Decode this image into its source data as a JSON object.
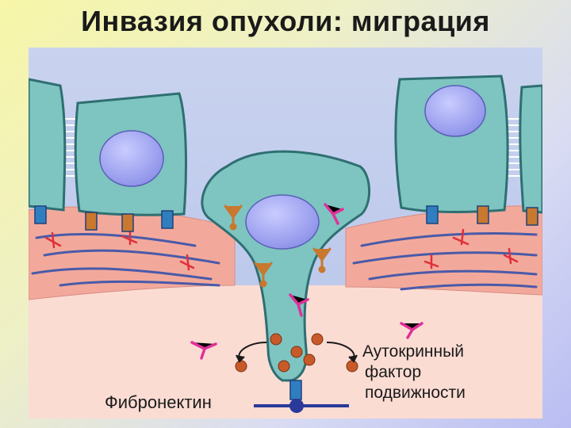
{
  "title": "Инвазия опухоли: миграция",
  "labels": {
    "fibronectin": "Фибронектин",
    "autocrine_line1": "Аутокринный",
    "autocrine_line2": "фактор",
    "autocrine_line3": "подвижности"
  },
  "colors": {
    "cell_fill": "#7ec4c0",
    "cell_outline": "#2f6f72",
    "nucleus": "#9b9ff0",
    "stroma_pink": "#f1a79b",
    "basement_pink": "#fbd3c8",
    "fiber_blue": "#4a5aa8",
    "receptor_blue": "#2f7fc0",
    "receptor_orange": "#c8782f",
    "molecule_magenta": "#e0309a",
    "motility_factor": "#c85a2a"
  }
}
